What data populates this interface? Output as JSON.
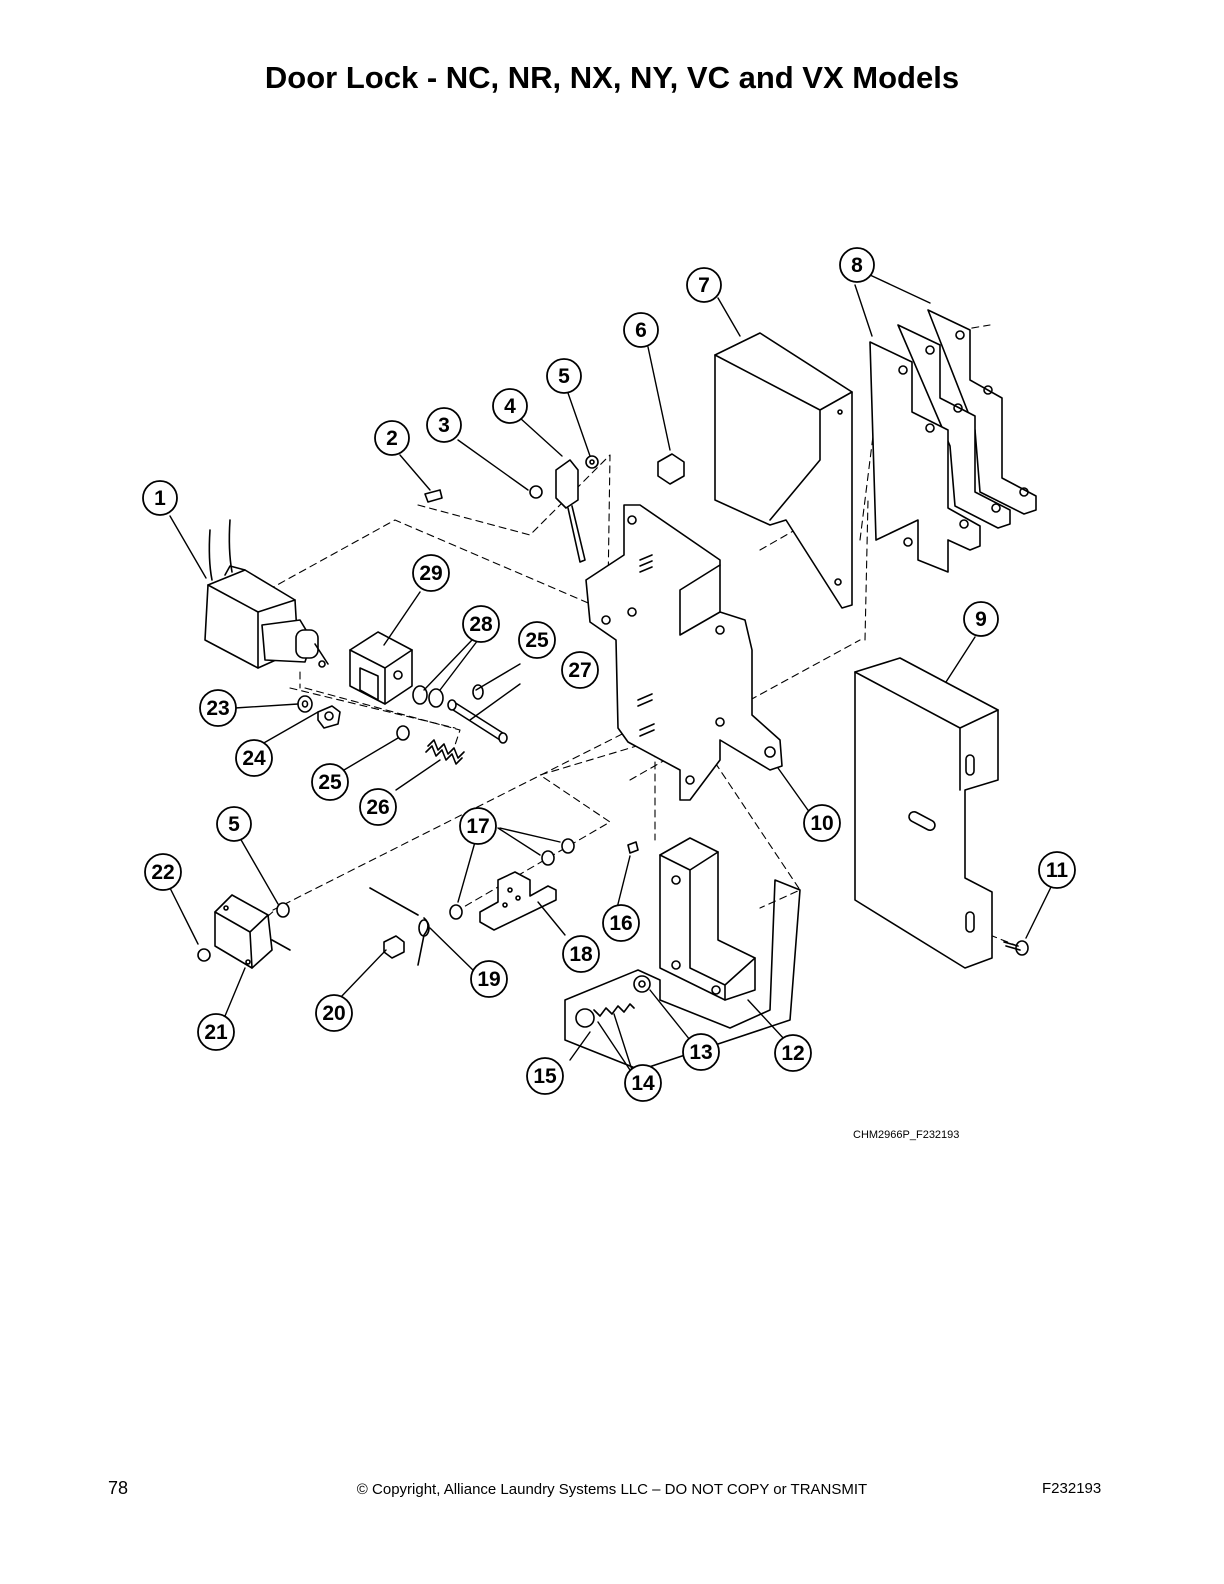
{
  "title": "Door Lock - NC, NR, NX, NY, VC and VX Models",
  "figure_id": "CHM2966P_F232193",
  "footer": {
    "page_number": "78",
    "copyright": "© Copyright, Alliance Laundry Systems LLC – DO NOT COPY or TRANSMIT",
    "doc_code": "F232193"
  },
  "callouts": [
    "1",
    "2",
    "3",
    "4",
    "5",
    "6",
    "7",
    "8",
    "9",
    "10",
    "11",
    "12",
    "13",
    "14",
    "15",
    "16",
    "17",
    "18",
    "19",
    "20",
    "21",
    "22",
    "23",
    "24",
    "25",
    "26",
    "27",
    "28",
    "29",
    "5",
    "25"
  ]
}
